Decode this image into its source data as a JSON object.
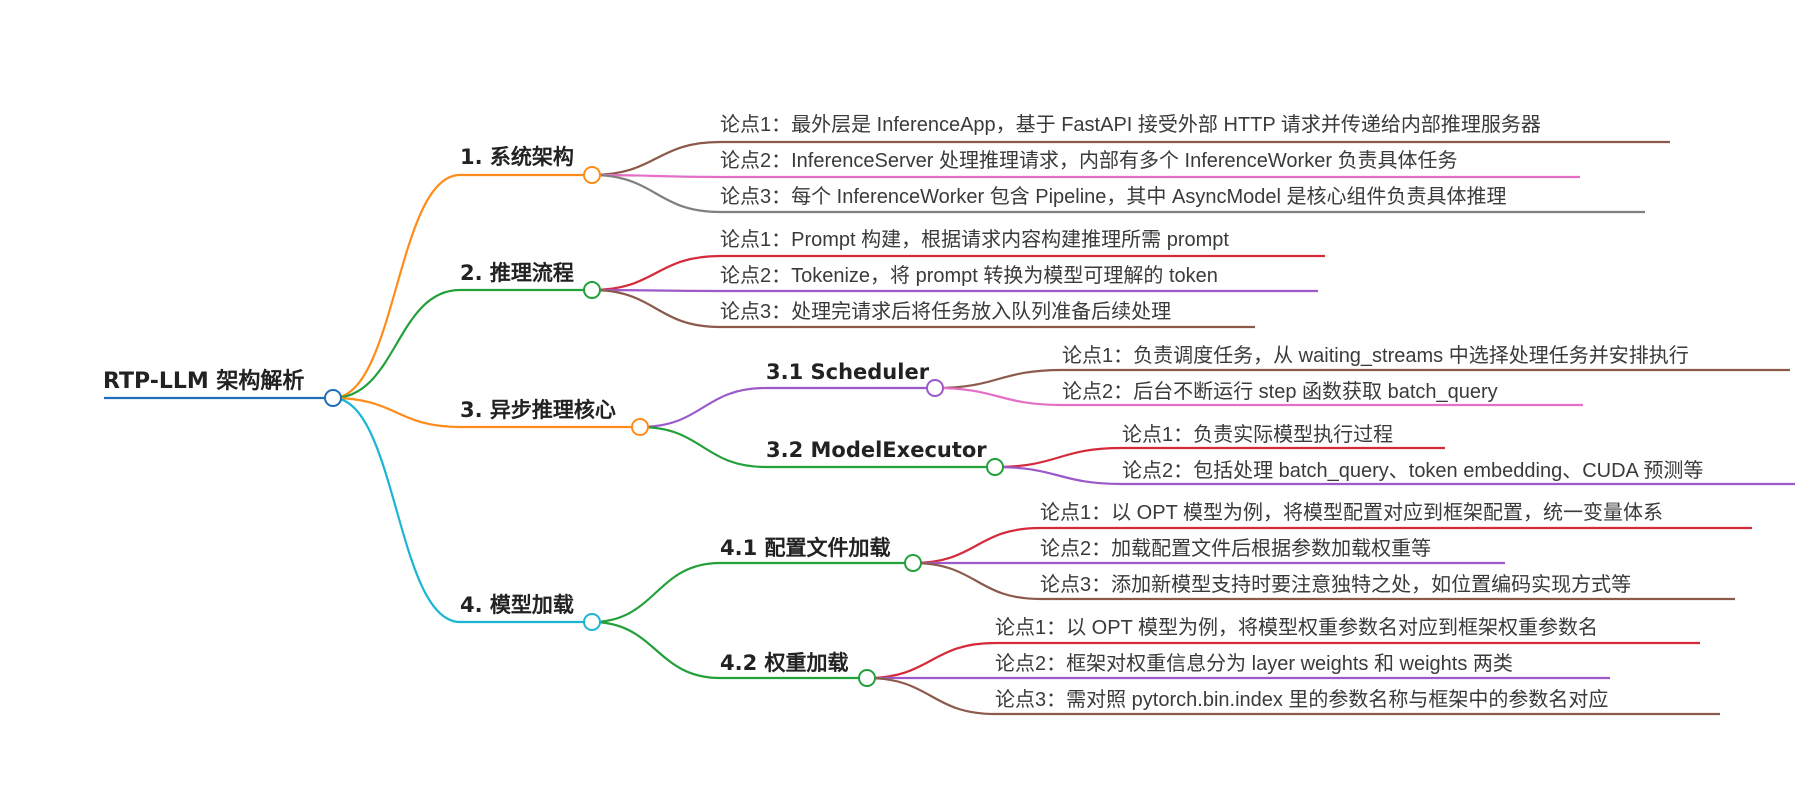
{
  "root": {
    "label": "RTP-LLM 架构解析"
  },
  "sections": [
    {
      "label": "1. 系统架构",
      "color": "#ff8c1a",
      "points": [
        {
          "label": "论点1：最外层是 InferenceApp，基于 FastAPI 接受外部 HTTP 请求并传递给内部推理服务器",
          "color": "#8b5a4a"
        },
        {
          "label": "论点2：InferenceServer 处理推理请求，内部有多个 InferenceWorker 负责具体任务",
          "color": "#e36fc7"
        },
        {
          "label": "论点3：每个 InferenceWorker 包含 Pipeline，其中 AsyncModel 是核心组件负责具体推理",
          "color": "#808080"
        }
      ]
    },
    {
      "label": "2. 推理流程",
      "color": "#22a03a",
      "points": [
        {
          "label": "论点1：Prompt 构建，根据请求内容构建推理所需 prompt",
          "color": "#d62a3a"
        },
        {
          "label": "论点2：Tokenize，将 prompt 转换为模型可理解的 token",
          "color": "#9b59c9"
        },
        {
          "label": "论点3：处理完请求后将任务放入队列准备后续处理",
          "color": "#8b5a4a"
        }
      ]
    },
    {
      "label": "3. 异步推理核心",
      "color": "#ff8c1a",
      "subsections": [
        {
          "label": "3.1 Scheduler",
          "color": "#9b59c9",
          "points": [
            {
              "label": "论点1：负责调度任务，从 waiting_streams 中选择处理任务并安排执行",
              "color": "#8b5a4a"
            },
            {
              "label": "论点2：后台不断运行 step 函数获取 batch_query",
              "color": "#e36fc7"
            }
          ]
        },
        {
          "label": "3.2 ModelExecutor",
          "color": "#22a03a",
          "points": [
            {
              "label": "论点1：负责实际模型执行过程",
              "color": "#d62a3a"
            },
            {
              "label": "论点2：包括处理 batch_query、token embedding、CUDA 预测等",
              "color": "#9b59c9"
            }
          ]
        }
      ]
    },
    {
      "label": "4. 模型加载",
      "color": "#1ab6d4",
      "subsections": [
        {
          "label": "4.1 配置文件加载",
          "color": "#22a03a",
          "points": [
            {
              "label": "论点1：以 OPT 模型为例，将模型配置对应到框架配置，统一变量体系",
              "color": "#d62a3a"
            },
            {
              "label": "论点2：加载配置文件后根据参数加载权重等",
              "color": "#9b59c9"
            },
            {
              "label": "论点3：添加新模型支持时要注意独特之处，如位置编码实现方式等",
              "color": "#8b5a4a"
            }
          ]
        },
        {
          "label": "4.2 权重加载",
          "color": "#22a03a",
          "points": [
            {
              "label": "论点1：以 OPT 模型为例，将模型权重参数名对应到框架权重参数名",
              "color": "#d62a3a"
            },
            {
              "label": "论点2：框架对权重信息分为 layer weights 和 weights 两类",
              "color": "#9b59c9"
            },
            {
              "label": "论点3：需对照 pytorch.bin.index 里的参数名称与框架中的参数名对应",
              "color": "#8b5a4a"
            }
          ]
        }
      ]
    }
  ],
  "root_color": "#1f6fb8"
}
